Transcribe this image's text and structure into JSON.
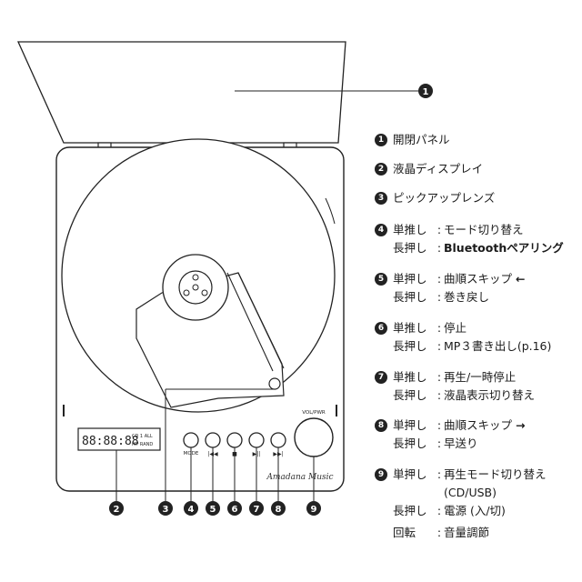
{
  "device": {
    "display_digits": "88:88:88",
    "display_small": [
      "CD 1 ALL",
      "MP RAND"
    ],
    "vol_label": "VOL/PWR",
    "mode_label": "MODE",
    "brand": "Amadana Music"
  },
  "callouts": [
    "1",
    "2",
    "3",
    "4",
    "5",
    "6",
    "7",
    "8",
    "9"
  ],
  "legend": [
    {
      "num": "1",
      "lines": [
        {
          "text": "開閉パネル"
        }
      ]
    },
    {
      "num": "2",
      "lines": [
        {
          "text": "液晶ディスプレイ"
        }
      ]
    },
    {
      "num": "3",
      "lines": [
        {
          "text": "ピックアップレンズ"
        }
      ]
    },
    {
      "num": "4",
      "lines": [
        {
          "key": "単推し",
          "value": "モード切り替え"
        },
        {
          "key": "長押し",
          "value": "Bluetoothペアリング",
          "bold": true
        }
      ]
    },
    {
      "num": "5",
      "lines": [
        {
          "key": "単押し",
          "value": "曲順スキップ",
          "arrow": "←"
        },
        {
          "key": "長押し",
          "value": "巻き戻し"
        }
      ]
    },
    {
      "num": "6",
      "lines": [
        {
          "key": "単推し",
          "value": "停止"
        },
        {
          "key": "長押し",
          "value": "MP３書き出し(p.16)"
        }
      ]
    },
    {
      "num": "7",
      "lines": [
        {
          "key": "単推し",
          "value": "再生/一時停止"
        },
        {
          "key": "長押し",
          "value": "液晶表示切り替え"
        }
      ]
    },
    {
      "num": "8",
      "lines": [
        {
          "key": "単押し",
          "value": "曲順スキップ",
          "arrow": "→"
        },
        {
          "key": "長押し",
          "value": "早送り"
        }
      ]
    },
    {
      "num": "9",
      "lines": [
        {
          "key": "単押し",
          "value": "再生モード切り替え"
        },
        {
          "cont": "(CD/USB)"
        },
        {
          "key": "長押し",
          "value": "電源 (入/切)"
        },
        {
          "key": "回転",
          "value": "音量調節"
        }
      ]
    }
  ]
}
